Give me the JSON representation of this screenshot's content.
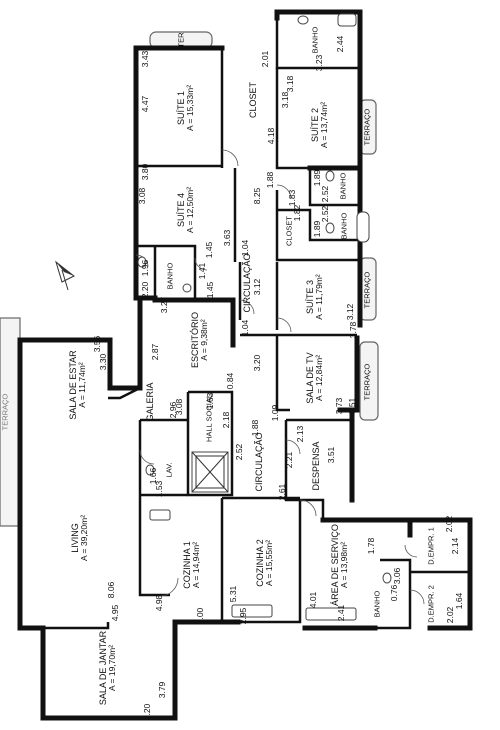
{
  "rooms": {
    "suite1": {
      "name": "SUÍTE 1",
      "area": "A = 15,33m²"
    },
    "closet_top": {
      "name": "CLOSET"
    },
    "suite2": {
      "name": "SUÍTE 2",
      "area": "A = 13,74m²"
    },
    "banho_top": {
      "name": "BANHO"
    },
    "terraco_s2": {
      "name": "TERRAÇO"
    },
    "banho_mid": {
      "name": "BANHO"
    },
    "suite4": {
      "name": "SUÍTE 4",
      "area": "A = 12,50m²"
    },
    "closet_mid": {
      "name": "CLOSET"
    },
    "banho_s3": {
      "name": "BANHO"
    },
    "banho_s4": {
      "name": "BANHO"
    },
    "circulacao_top": {
      "name": "CIRCULAÇÃO"
    },
    "suite3": {
      "name": "SUÍTE 3",
      "area": "A = 11,79m²"
    },
    "terraco_s3": {
      "name": "TERRAÇO"
    },
    "escritorio": {
      "name": "ESCRITÓRIO",
      "area": "A = 9,38m²"
    },
    "sala_estar": {
      "name": "SALA DE ESTAR",
      "area": "A = 11,74m²"
    },
    "galeria": {
      "name": "GALERIA"
    },
    "hall_social": {
      "name": "HALL SOCIAL"
    },
    "sala_tv": {
      "name": "SALA DE TV",
      "area": "A = 12,84m²"
    },
    "terraco_tv": {
      "name": "TERRAÇO"
    },
    "circulacao_mid": {
      "name": "CIRCULAÇÃO"
    },
    "despensa": {
      "name": "DESPENSA"
    },
    "lav": {
      "name": "LAV."
    },
    "living": {
      "name": "LIVING",
      "area": "A = 39,20m²"
    },
    "cozinha1": {
      "name": "COZINHA 1",
      "area": "A = 14,94m²"
    },
    "cozinha2": {
      "name": "COZINHA 2",
      "area": "A = 15,55m²"
    },
    "area_servico": {
      "name": "ÁREA DE SERVIÇO",
      "area": "A = 13,98m²"
    },
    "d_empr1": {
      "name": "D.EMPR. 1"
    },
    "d_empr2": {
      "name": "D.EMPR. 2"
    },
    "banho_empr": {
      "name": "BANHO"
    },
    "sala_jantar": {
      "name": "SALA DE JANTAR",
      "area": "A = 19,70m²"
    },
    "terr_top": {
      "name": "TER"
    },
    "terr_left": {
      "name": "TERRAÇO"
    }
  },
  "dims": {
    "d244": "2.44",
    "d323": "3.23",
    "d201": "2.01",
    "d343": "3.43",
    "d447": "4.47",
    "d318": "3.18",
    "d418": "4.18",
    "d318b": "3.18",
    "d188": "1.88",
    "d825": "8.25",
    "d189a": "1.89",
    "d183": "1.83",
    "d252a": "2.52",
    "d380": "3.80",
    "d308a": "3.08",
    "d182": "1.82",
    "d189b": "1.89",
    "d252b": "2.52",
    "d363": "3.63",
    "d104a": "1.04",
    "d145a": "1.45",
    "d196": "1.96",
    "d141": "1.41",
    "d145b": "1.45",
    "d220": "2.20",
    "d312a": "3.12",
    "d312b": "3.12",
    "d327": "3.27",
    "d104b": "1.04",
    "d378": "3.78",
    "d287": "2.87",
    "d320": "3.20",
    "d084": "0.84",
    "d356": "3.56",
    "d330": "3.30",
    "d373": "3.73",
    "d351a": "3.51",
    "d109": "1.09",
    "d163": "1.63",
    "d308b": "3.08",
    "d218": "2.18",
    "d296": "2.96",
    "d188b": "1.88",
    "d213": "2.13",
    "d221": "2.21",
    "d252c": "2.52",
    "d351b": "3.51",
    "d166": "1.66",
    "d153": "1.53",
    "d261": "2.61",
    "d806": "8.06",
    "d495": "4.95",
    "d498": "4.98",
    "d300": "3.00",
    "d531": "5.31",
    "d295": "2.95",
    "d401": "4.01",
    "d241": "2.41",
    "d178": "1.78",
    "d306": "3.06",
    "d076": "0.76",
    "d202a": "2.02",
    "d214": "2.14",
    "d164": "1.64",
    "d202b": "2.02",
    "d379": "3.79",
    "d520": "5.20"
  },
  "icons": {
    "north": "north-arrow-icon"
  }
}
